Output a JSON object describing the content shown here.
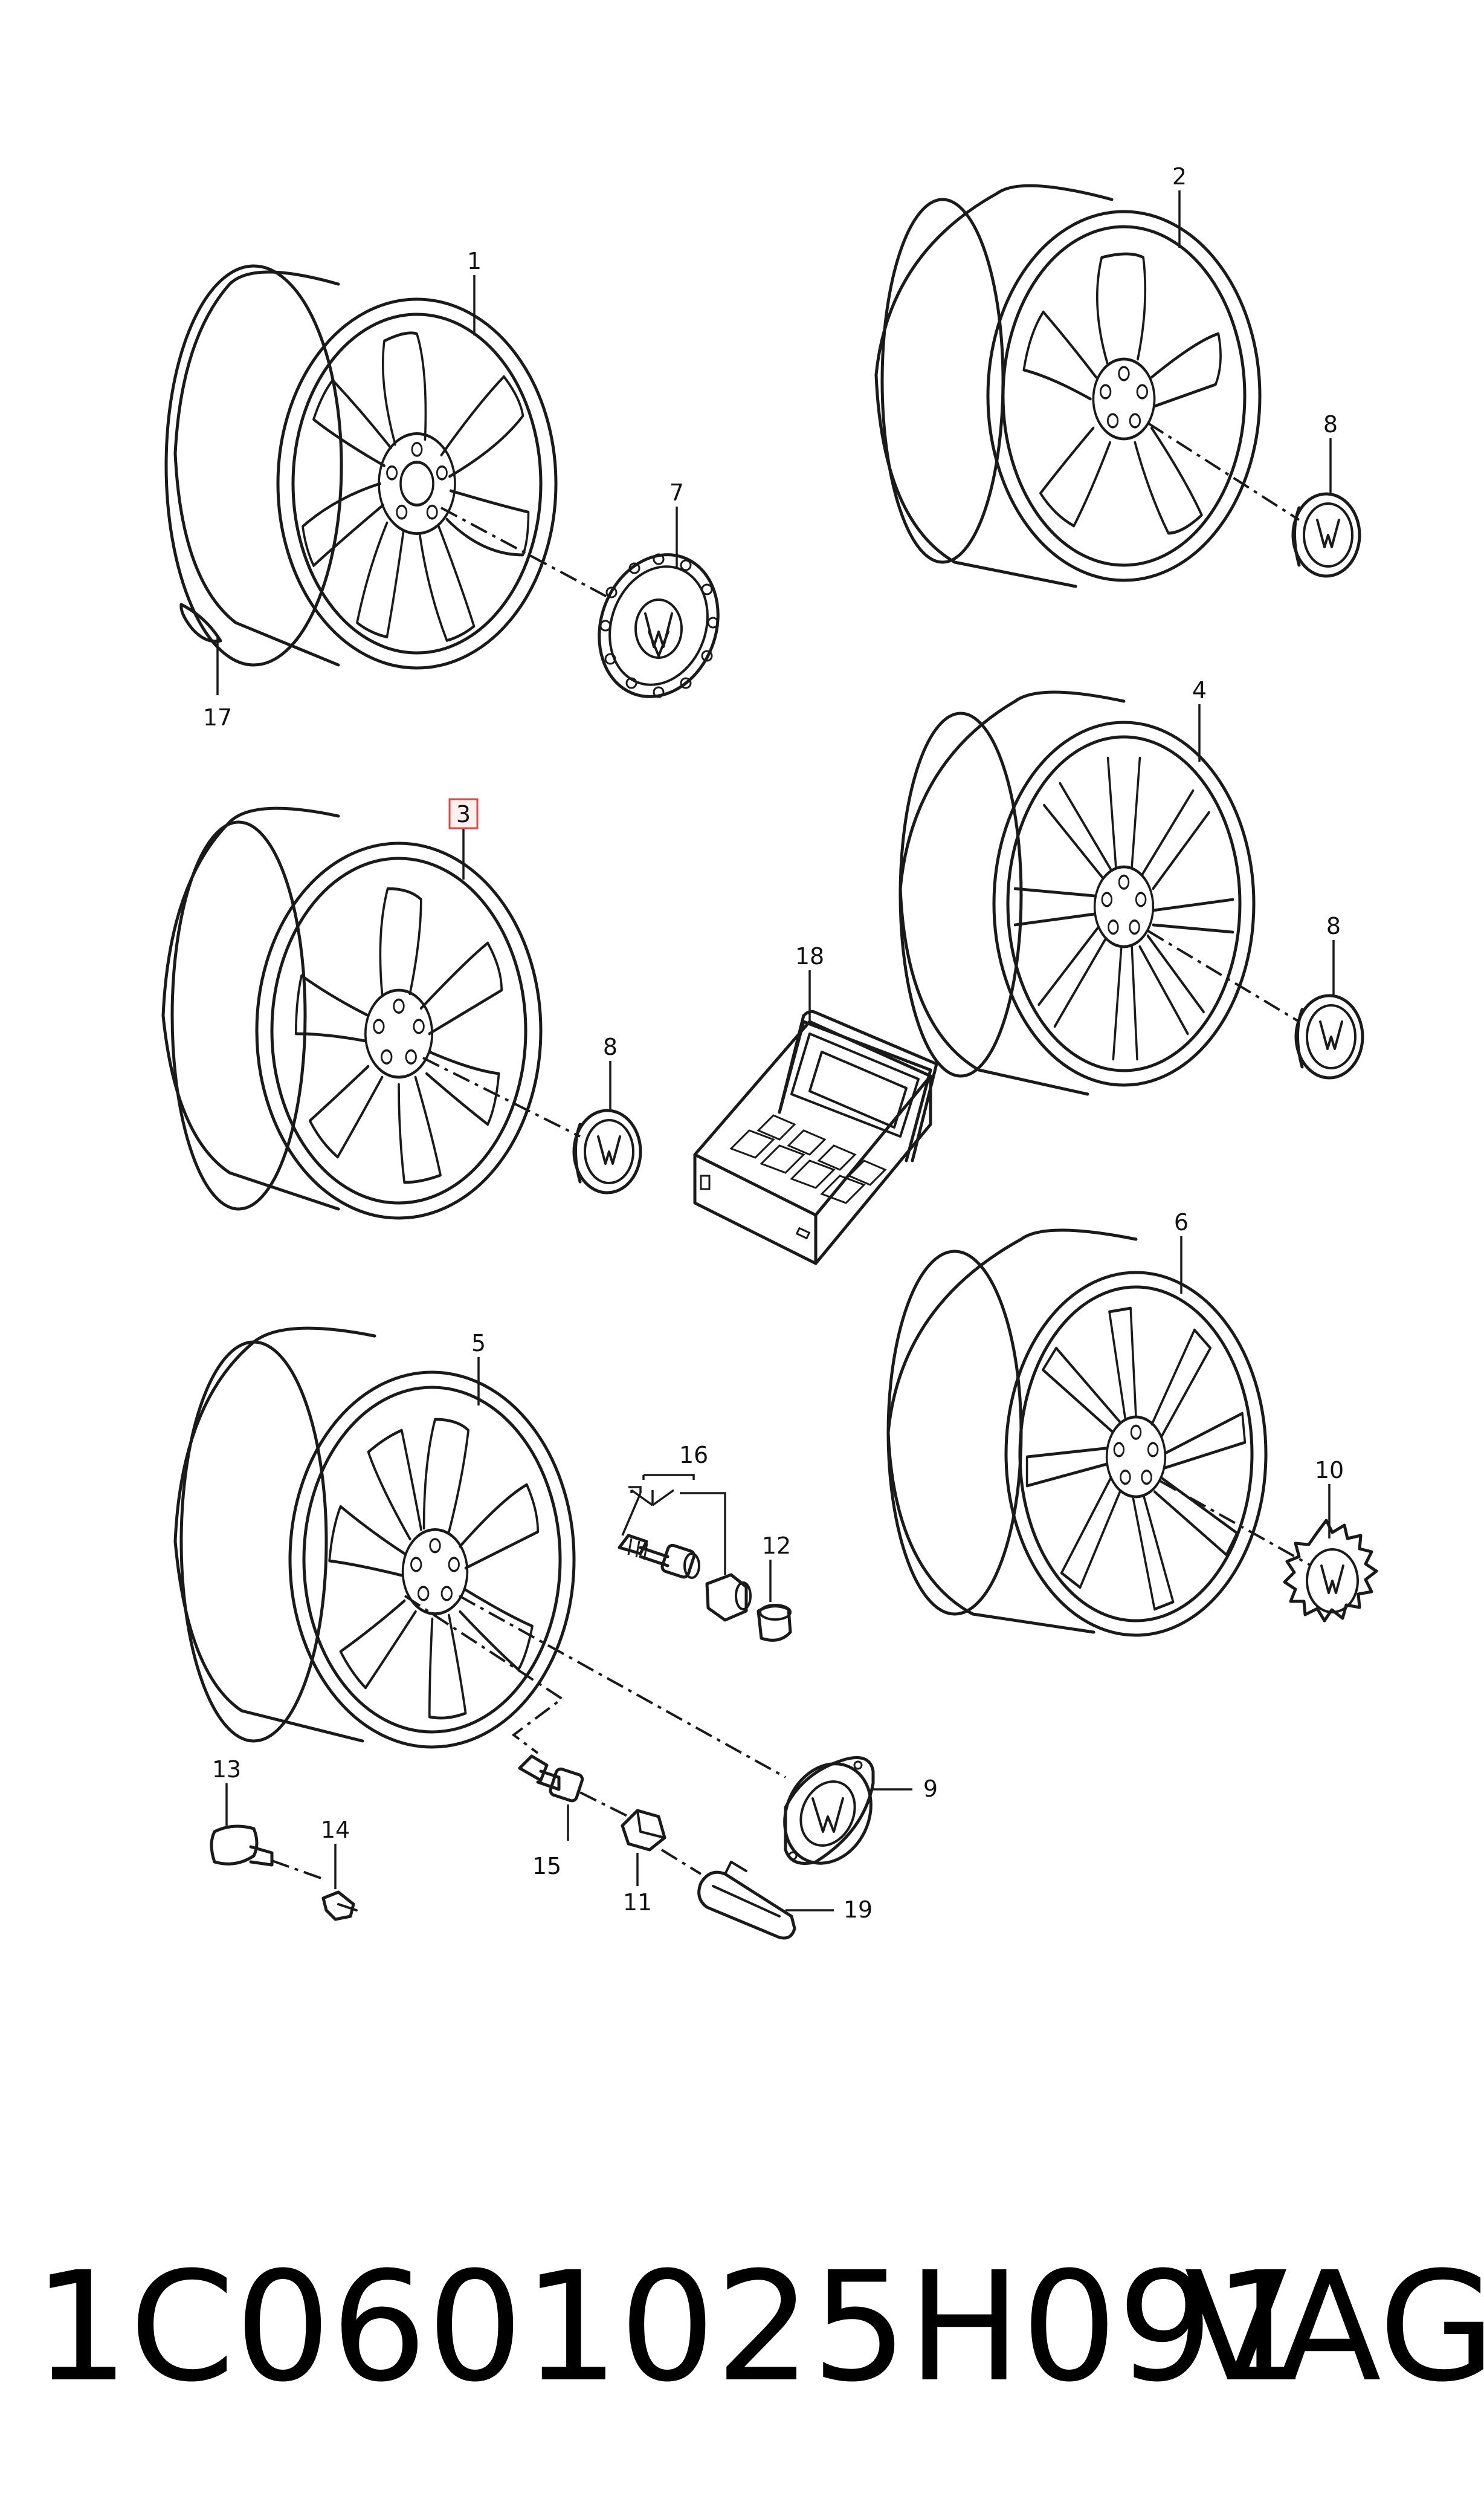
{
  "callouts": {
    "c1": "1",
    "c2": "2",
    "c3": "3",
    "c4": "4",
    "c5": "5",
    "c6": "6",
    "c7": "7",
    "c8a": "8",
    "c8b": "8",
    "c8c": "8",
    "c9": "9",
    "c10": "10",
    "c11": "11",
    "c12": "12",
    "c13": "13",
    "c14": "14",
    "c15": "15",
    "c16": "16",
    "c17": "17",
    "c18": "18",
    "c19": "19"
  },
  "highlighted_callout": "3",
  "footer": {
    "part_number": "1C0601025H091",
    "brand": "VAG"
  }
}
